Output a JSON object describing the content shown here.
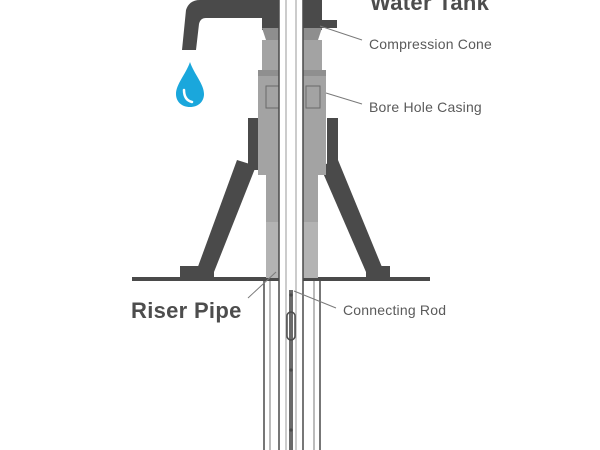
{
  "labels": {
    "water_tank": "Water Tank",
    "compression_cone": "Compression Cone",
    "bore_hole_casing": "Bore Hole Casing",
    "riser_pipe": "Riser Pipe",
    "connecting_rod": "Connecting Rod"
  },
  "colors": {
    "dark_gray": "#4a4a4a",
    "mid_gray": "#a3a3a3",
    "light_gray": "#cfcfcf",
    "line_gray": "#5d5d5d",
    "water_blue": "#1aa7dc"
  },
  "icons": [
    "water-drop-icon"
  ]
}
